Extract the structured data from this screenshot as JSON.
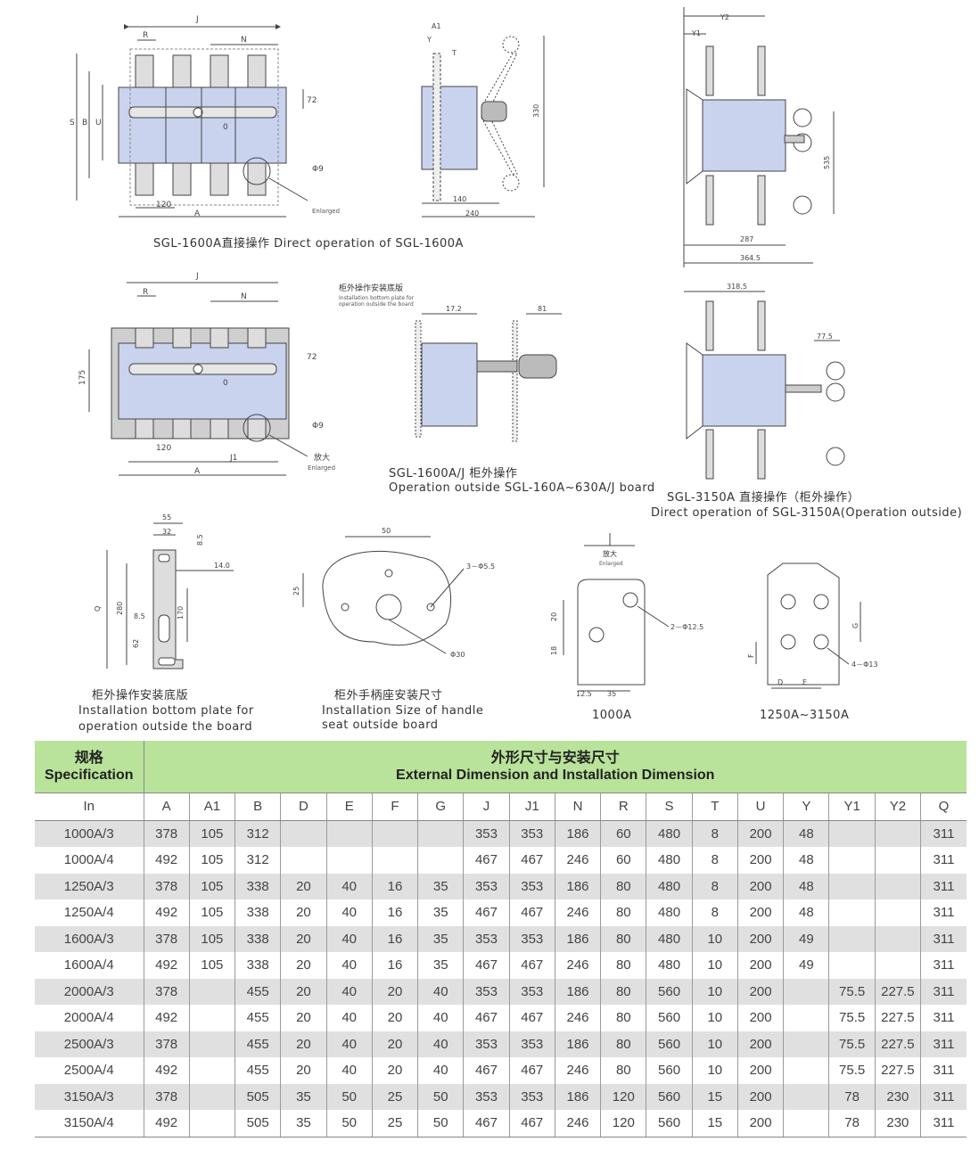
{
  "captions": {
    "fig1": "SGL-1600A直接操作 Direct operation of SGL-1600A",
    "fig2_cn": "SGL-1600A/J 柜外操作",
    "fig2_en": "Operation outside SGL-160A~630A/J board",
    "fig3_cn": "SGL-3150A 直接操作（柜外操作）",
    "fig3_en": "Direct operation of SGL-3150A(Operation outside)",
    "fig4_cn": "柜外操作安装底版",
    "fig4_en1": "Installation bottom plate for",
    "fig4_en2": "operation outside the board",
    "fig5_cn": "柜外手柄座安装尺寸",
    "fig5_en1": "Installation Size of handle",
    "fig5_en2": "seat outside board",
    "fig6": "1000A",
    "fig7": "1250A~3150A",
    "plate_note1": "柜外操作安装底版",
    "plate_note2": "Installation bottom plate for",
    "plate_note3": "operation outside the board",
    "enlarged_cn": "放大",
    "enlarged_en": "Enlarged"
  },
  "dims": {
    "J": "J",
    "R": "R",
    "N": "N",
    "S": "S",
    "B": "B",
    "U": "U",
    "A": "A",
    "J1": "J1",
    "d120": "120",
    "phi9": "Φ9",
    "d72": "72",
    "d0": "0",
    "d175": "175",
    "A1": "A1",
    "Y": "Y",
    "T": "T",
    "d330": "330",
    "d140": "140",
    "d240": "240",
    "Y1": "Y1",
    "Y2": "Y2",
    "d535": "535",
    "d287": "287",
    "d3645": "364.5",
    "d3185": "318.5",
    "d775": "77.5",
    "d172": "17.2",
    "d81": "81",
    "d55": "55",
    "d32": "32",
    "d85": "8.5",
    "d140b": "14.0",
    "Q": "Q",
    "d280": "280",
    "d170": "170",
    "d85b": "8.5",
    "d62": "62",
    "d50": "50",
    "d25": "25",
    "holes3": "3－Φ5.5",
    "phi30": "Φ30",
    "d20": "20",
    "d18": "18",
    "d125": "12.5",
    "d35": "35",
    "holes2": "2－Φ12.5",
    "G": "G",
    "F": "F",
    "D": "D",
    "E": "E",
    "holes4": "4－Φ13"
  },
  "table": {
    "spec_cn": "规格",
    "spec_en": "Specification",
    "title_cn": "外形尺寸与安装尺寸",
    "title_en": "External Dimension and Installation Dimension",
    "columns": [
      "In",
      "A",
      "A1",
      "B",
      "D",
      "E",
      "F",
      "G",
      "J",
      "J1",
      "N",
      "R",
      "S",
      "T",
      "U",
      "Y",
      "Y1",
      "Y2",
      "Q"
    ],
    "rows": [
      [
        "1000A/3",
        "378",
        "105",
        "312",
        "",
        "",
        "",
        "",
        "353",
        "353",
        "186",
        "60",
        "480",
        "8",
        "200",
        "48",
        "",
        "",
        "311"
      ],
      [
        "1000A/4",
        "492",
        "105",
        "312",
        "",
        "",
        "",
        "",
        "467",
        "467",
        "246",
        "60",
        "480",
        "8",
        "200",
        "48",
        "",
        "",
        "311"
      ],
      [
        "1250A/3",
        "378",
        "105",
        "338",
        "20",
        "40",
        "16",
        "35",
        "353",
        "353",
        "186",
        "80",
        "480",
        "8",
        "200",
        "48",
        "",
        "",
        "311"
      ],
      [
        "1250A/4",
        "492",
        "105",
        "338",
        "20",
        "40",
        "16",
        "35",
        "467",
        "467",
        "246",
        "80",
        "480",
        "8",
        "200",
        "48",
        "",
        "",
        "311"
      ],
      [
        "1600A/3",
        "378",
        "105",
        "338",
        "20",
        "40",
        "16",
        "35",
        "353",
        "353",
        "186",
        "80",
        "480",
        "10",
        "200",
        "49",
        "",
        "",
        "311"
      ],
      [
        "1600A/4",
        "492",
        "105",
        "338",
        "20",
        "40",
        "16",
        "35",
        "467",
        "467",
        "246",
        "80",
        "480",
        "10",
        "200",
        "49",
        "",
        "",
        "311"
      ],
      [
        "2000A/3",
        "378",
        "",
        "455",
        "20",
        "40",
        "20",
        "40",
        "353",
        "353",
        "186",
        "80",
        "560",
        "10",
        "200",
        "",
        "75.5",
        "227.5",
        "311"
      ],
      [
        "2000A/4",
        "492",
        "",
        "455",
        "20",
        "40",
        "20",
        "40",
        "467",
        "467",
        "246",
        "80",
        "560",
        "10",
        "200",
        "",
        "75.5",
        "227.5",
        "311"
      ],
      [
        "2500A/3",
        "378",
        "",
        "455",
        "20",
        "40",
        "20",
        "40",
        "353",
        "353",
        "186",
        "80",
        "560",
        "10",
        "200",
        "",
        "75.5",
        "227.5",
        "311"
      ],
      [
        "2500A/4",
        "492",
        "",
        "455",
        "20",
        "40",
        "20",
        "40",
        "467",
        "467",
        "246",
        "80",
        "560",
        "10",
        "200",
        "",
        "75.5",
        "227.5",
        "311"
      ],
      [
        "3150A/3",
        "378",
        "",
        "505",
        "35",
        "50",
        "25",
        "50",
        "353",
        "353",
        "186",
        "120",
        "560",
        "15",
        "200",
        "",
        "78",
        "230",
        "311"
      ],
      [
        "3150A/4",
        "492",
        "",
        "505",
        "35",
        "50",
        "25",
        "50",
        "467",
        "467",
        "246",
        "120",
        "560",
        "15",
        "200",
        "",
        "78",
        "230",
        "311"
      ]
    ]
  }
}
